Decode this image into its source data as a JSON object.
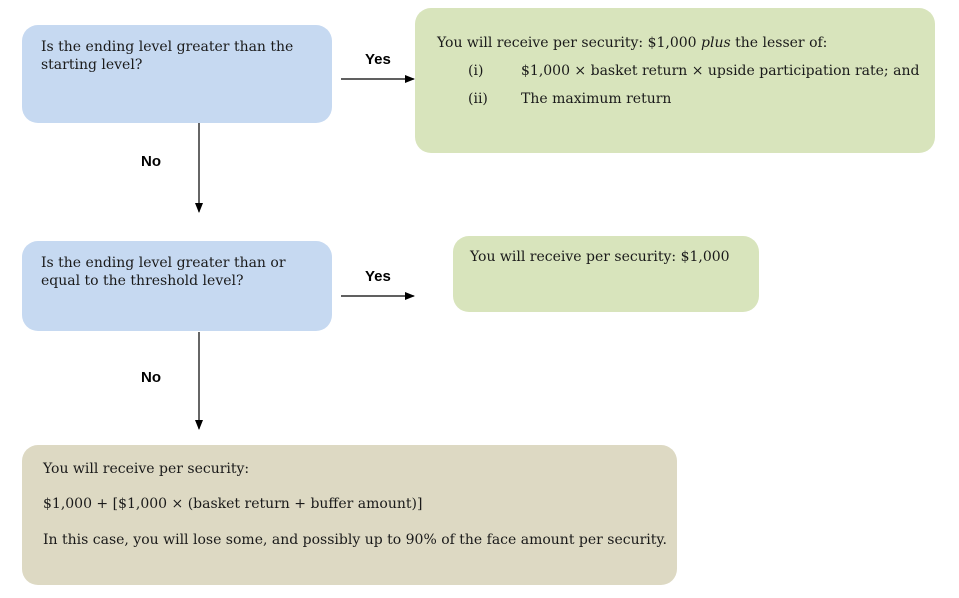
{
  "q1": {
    "text": "Is the ending level greater than the starting level?"
  },
  "q2": {
    "text": "Is the ending level greater than or equal to the threshold level?"
  },
  "yes1": "Yes",
  "yes2": "Yes",
  "no1": "No",
  "no2": "No",
  "o1": {
    "intro_prefix": "You will receive per security: $1,000 ",
    "intro_em": "plus",
    "intro_suffix": " the lesser of:",
    "items": [
      {
        "num": "(i)",
        "text": "$1,000 × basket return × upside participation rate; and"
      },
      {
        "num": "(ii)",
        "text": "The maximum return"
      }
    ]
  },
  "o2": {
    "text": "You will receive per security: $1,000"
  },
  "o3": {
    "line1": "You will receive per security:",
    "line2": "$1,000 + [$1,000 × (basket return + buffer amount)]",
    "line3": "In this case, you will lose some, and possibly up to 90% of the face amount per security."
  },
  "colors": {
    "question": "#c6d9f1",
    "outcome": "#d8e4bc",
    "final": "#ddd9c3"
  }
}
